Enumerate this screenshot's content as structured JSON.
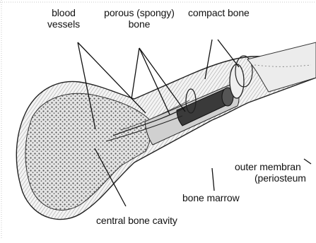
{
  "labels": {
    "blood_vessels_line1": "blood",
    "blood_vessels_line2": "vessels",
    "porous_line1": "porous (spongy)",
    "porous_line2": "bone",
    "compact_bone": "compact bone",
    "outer_membrane_line1": "outer membran",
    "outer_membrane_line2": "(periosteum",
    "bone_marrow": "bone marrow",
    "central_cavity": "central bone cavity"
  },
  "colors": {
    "ink": "#111111",
    "spongy_fill": "#d8d8d8",
    "bone_fill": "#f2f2f2",
    "marrow_fill": "#3a3a3a",
    "frame": "#c8c8c8"
  }
}
